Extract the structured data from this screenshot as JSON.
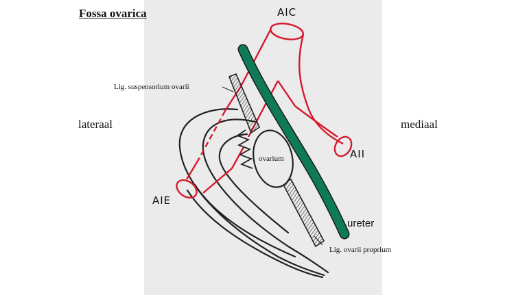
{
  "title": "Fossa ovarica",
  "labels": {
    "lateral": "lateraal",
    "medial": "mediaal",
    "aic": "AIC",
    "aii": "AII",
    "aie": "AIE",
    "ovarium": "ovarium",
    "ureter": "ureter",
    "lig_suspensorium": "Lig. suspensorium ovarii",
    "lig_ovarii_proprium": "Lig. ovarii proprium"
  },
  "colors": {
    "artery": "#d4192b",
    "ureter": "#0f7a58",
    "outline": "#222222",
    "panel": "#ecebec"
  }
}
